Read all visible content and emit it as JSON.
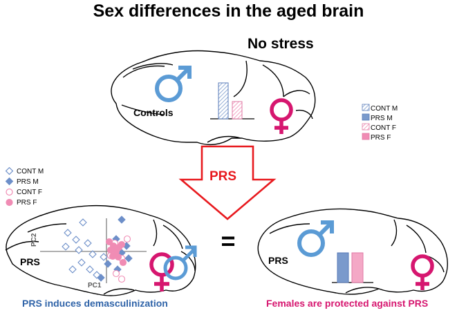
{
  "title": "Sex differences  in the aged brain",
  "top_panel": {
    "condition_label": "No stress",
    "brain_label": "Controls",
    "legend": [
      {
        "label": "CONT M",
        "color": "#8fa8d8",
        "pattern": "hatched"
      },
      {
        "label": "PRS M",
        "color": "#7a9acc",
        "pattern": "solid"
      },
      {
        "label": "CONT F",
        "color": "#f4a0c0",
        "pattern": "hatched"
      },
      {
        "label": "PRS F",
        "color": "#f08cb4",
        "pattern": "solid"
      }
    ],
    "bars": [
      {
        "group": "CONT M",
        "value": 1.0
      },
      {
        "group": "CONT F",
        "value": 0.48
      }
    ]
  },
  "arrow": {
    "label": "PRS",
    "color": "#e8191e"
  },
  "equals": "=",
  "left_panel": {
    "brain_label": "PRS",
    "axis_labels": {
      "vertical": "PC2",
      "horizontal": "PC1"
    },
    "legend": [
      {
        "label": "CONT M",
        "marker": "open-diamond",
        "color": "#6d8fc9"
      },
      {
        "label": "PRS M",
        "marker": "filled-diamond",
        "color": "#6d8fc9"
      },
      {
        "label": "CONT F",
        "marker": "open-circle",
        "color": "#f08cb4"
      },
      {
        "label": "PRS F",
        "marker": "filled-circle",
        "color": "#f08cb4"
      }
    ],
    "caption": "PRS induces demasculinization"
  },
  "right_panel": {
    "brain_label": "PRS",
    "bars": [
      {
        "group": "PRS M",
        "value": 1.0
      },
      {
        "group": "PRS F",
        "value": 1.0
      }
    ],
    "caption": "Females are protected against PRS"
  },
  "colors": {
    "male_symbol": "#5b9bd5",
    "female_symbol": "#d6166f",
    "caption_left": "#2f63a8",
    "caption_right": "#d6166f",
    "arrow": "#e8191e"
  },
  "icons": [
    "male-symbol-icon",
    "female-symbol-icon",
    "brain-outline-icon",
    "down-arrow-icon"
  ]
}
